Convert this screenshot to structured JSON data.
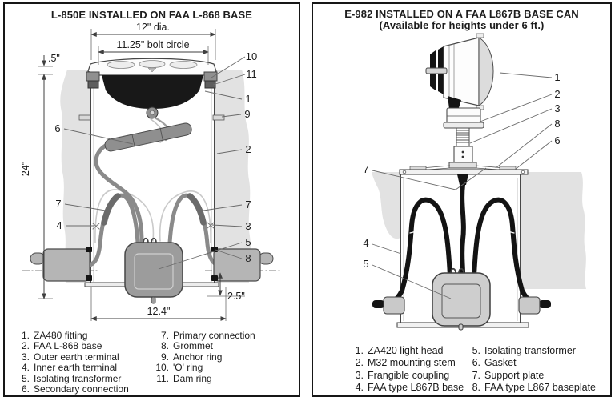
{
  "colors": {
    "line": "#161616",
    "concrete": "#e2e2e2",
    "cable_gray": "#8a8a8a",
    "cable_black": "#131313",
    "metal_gray": "#b5b5b5"
  },
  "panels": {
    "left": {
      "title": "L-850E INSTALLED ON FAA L-868 BASE",
      "dimensions": {
        "diameter": "12\" dia.",
        "bolt_circle": "11.25\" bolt circle",
        "lip_height": ".5\"",
        "depth": "24\"",
        "conduit_depth": "2.5\"",
        "base_width": "12.4\""
      },
      "callouts": {
        "c6": "6",
        "c7l": "7",
        "c4": "4",
        "c10": "10",
        "c11": "11",
        "c1": "1",
        "c9": "9",
        "c2": "2",
        "c7r": "7",
        "c3": "3",
        "c5": "5",
        "c8": "8"
      },
      "legend_col1": [
        {
          "num": "1.",
          "label": "ZA480 fitting"
        },
        {
          "num": "2.",
          "label": "FAA L-868 base"
        },
        {
          "num": "3.",
          "label": "Outer earth terminal"
        },
        {
          "num": "4.",
          "label": "Inner earth terminal"
        },
        {
          "num": "5.",
          "label": "Isolating transformer"
        },
        {
          "num": "6.",
          "label": "Secondary connection"
        }
      ],
      "legend_col2": [
        {
          "num": "7.",
          "label": "Primary connection"
        },
        {
          "num": "8.",
          "label": "Grommet"
        },
        {
          "num": "9.",
          "label": "Anchor ring"
        },
        {
          "num": "10.",
          "label": "'O' ring"
        },
        {
          "num": "11.",
          "label": "Dam ring"
        }
      ]
    },
    "right": {
      "title": "E-982 INSTALLED ON A FAA L867B BASE CAN",
      "subtitle": "(Available for heights under 6 ft.)",
      "callouts": {
        "c1": "1",
        "c2": "2",
        "c3": "3",
        "c8": "8",
        "c6": "6",
        "c7": "7",
        "c4": "4",
        "c5": "5"
      },
      "legend_col1": [
        {
          "num": "1.",
          "label": "ZA420 light head"
        },
        {
          "num": "2.",
          "label": "M32 mounting stem"
        },
        {
          "num": "3.",
          "label": "Frangible coupling"
        },
        {
          "num": "4.",
          "label": "FAA type L867B base"
        }
      ],
      "legend_col2": [
        {
          "num": "5.",
          "label": "Isolating transformer"
        },
        {
          "num": "6.",
          "label": "Gasket"
        },
        {
          "num": "7.",
          "label": "Support plate"
        },
        {
          "num": "8.",
          "label": "FAA type L867 baseplate"
        }
      ]
    }
  }
}
